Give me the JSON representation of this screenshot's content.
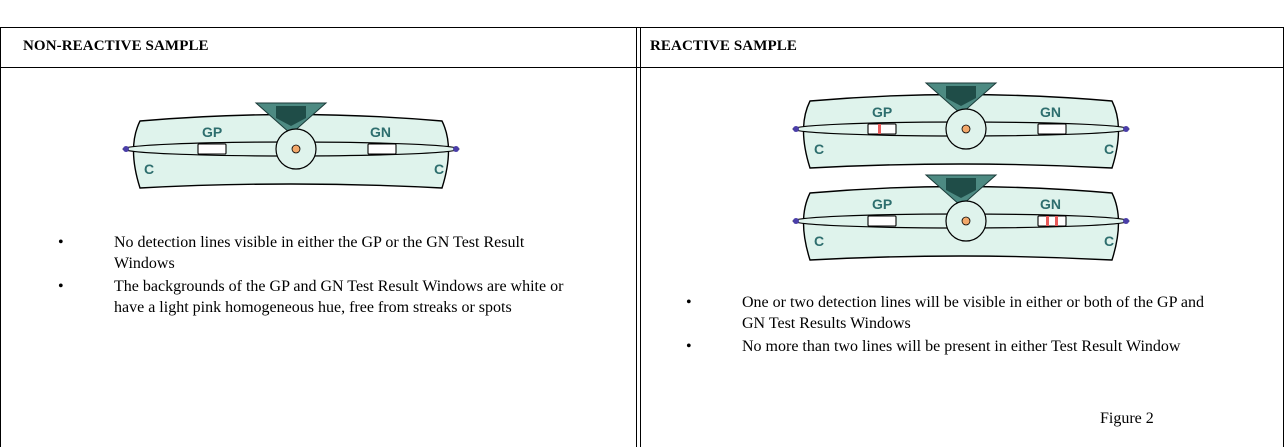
{
  "columns": [
    {
      "header": "NON-REACTIVE SAMPLE",
      "devices": [
        {
          "labels": {
            "left_window": "GP",
            "right_window": "GN",
            "control_left": "C",
            "control_right": "C"
          },
          "left_window_lines": 0,
          "right_window_lines": 0
        }
      ],
      "bullets": [
        "No detection lines visible in either the GP or the GN Test Result Windows",
        "The backgrounds of the GP and GN Test Result Windows are white or have a light pink homogeneous hue, free from streaks or spots"
      ]
    },
    {
      "header": "REACTIVE SAMPLE",
      "devices": [
        {
          "labels": {
            "left_window": "GP",
            "right_window": "GN",
            "control_left": "C",
            "control_right": "C"
          },
          "left_window_lines": 1,
          "right_window_lines": 0
        },
        {
          "labels": {
            "left_window": "GP",
            "right_window": "GN",
            "control_left": "C",
            "control_right": "C"
          },
          "left_window_lines": 0,
          "right_window_lines": 2
        }
      ],
      "bullets": [
        "One or two detection lines will be visible in either or both of the GP and GN Test Results Windows",
        "No more than two lines will be present in either Test Result Window"
      ],
      "figure_label": "Figure 2"
    }
  ],
  "colors": {
    "device_fill": "#dff3ec",
    "device_stroke": "#000000",
    "label_text": "#2e6e6e",
    "top_triangle": "#4d8a82",
    "top_square": "#1f4d48",
    "control_dot": "#4a3ea8",
    "sample_dot": "#f2a86b",
    "detection_line": "#e85a5a"
  }
}
